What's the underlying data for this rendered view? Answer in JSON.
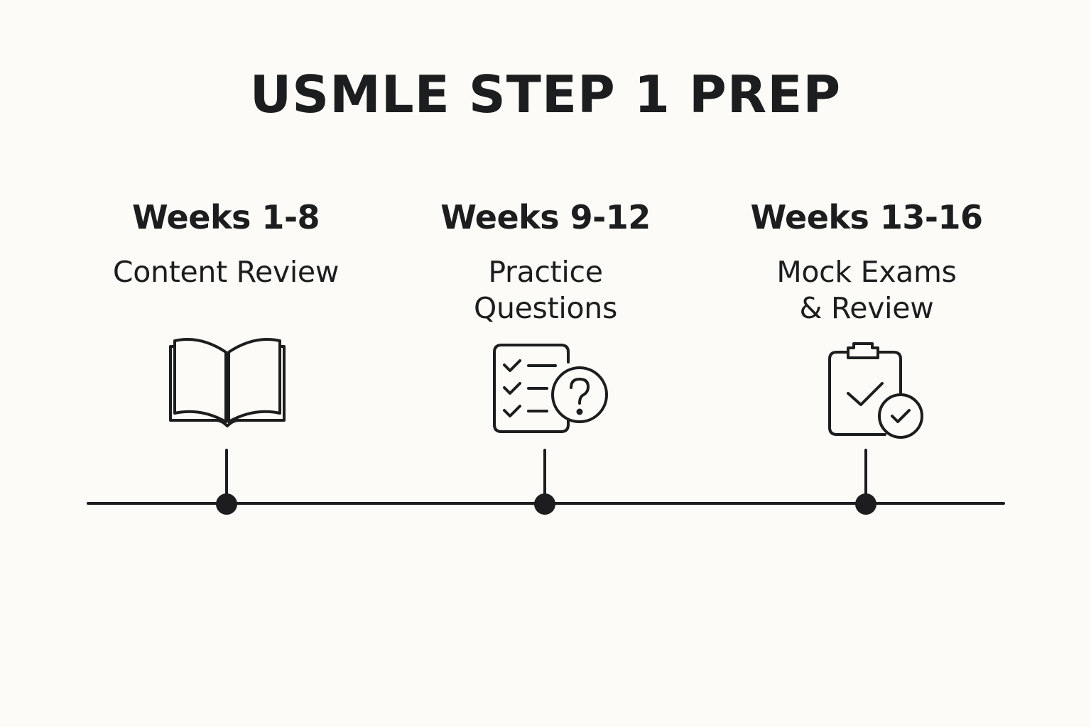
{
  "title": "USMLE STEP 1 PREP",
  "phases": [
    {
      "weeks": "Weeks 1-8",
      "label": "Content Review",
      "icon": "open-book-icon"
    },
    {
      "weeks": "Weeks 9-12",
      "label": "Practice\nQuestions",
      "icon": "checklist-question-icon"
    },
    {
      "weeks": "Weeks 13-16",
      "label": "Mock Exams\n& Review",
      "icon": "clipboard-check-icon"
    }
  ],
  "colors": {
    "background": "#fcfbf7",
    "ink": "#1c1d1e"
  }
}
